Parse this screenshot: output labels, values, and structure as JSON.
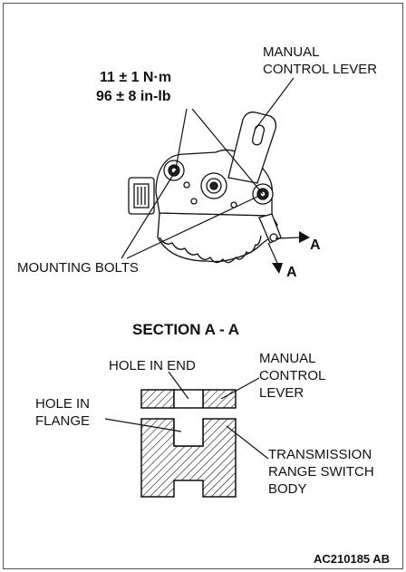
{
  "labels": {
    "manual_control_lever_top": [
      "MANUAL",
      "CONTROL LEVER"
    ],
    "torque": [
      "11 ± 1 N·m",
      "96 ± 8 in-lb"
    ],
    "mounting_bolts": "MOUNTING BOLTS",
    "section_marker_a": "A",
    "section_title": "SECTION A - A",
    "hole_in_end": "HOLE IN END",
    "hole_in_flange": [
      "HOLE IN",
      "FLANGE"
    ],
    "manual_control_lever_section": [
      "MANUAL",
      "CONTROL",
      "LEVER"
    ],
    "trs_body": [
      "TRANSMISSION",
      "RANGE SWITCH",
      "BODY"
    ],
    "figure_id": "AC210185 AB"
  }
}
